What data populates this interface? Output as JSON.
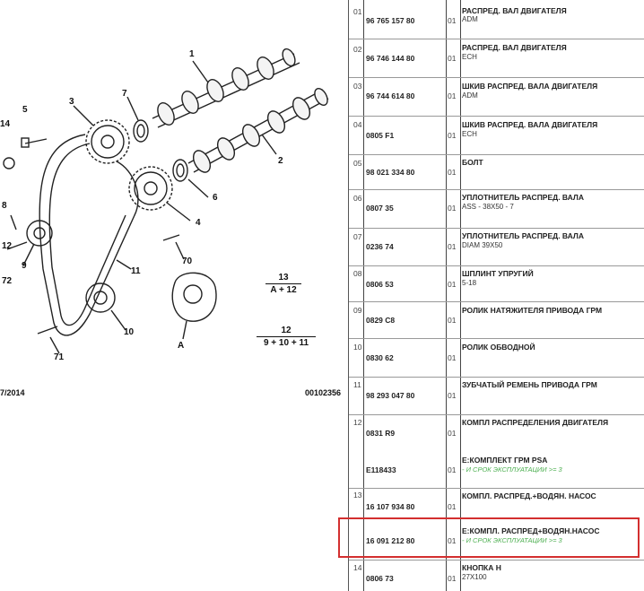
{
  "diagram": {
    "callouts": [
      "1",
      "2",
      "3",
      "4",
      "5",
      "6",
      "7",
      "8",
      "9",
      "10",
      "11",
      "12",
      "14",
      "70",
      "71",
      "72",
      "A"
    ],
    "kits": [
      {
        "top": "13",
        "bottom": "A + 12"
      },
      {
        "top": "12",
        "bottom": "9 + 10 + 11"
      }
    ],
    "date_fragment": "7/2014",
    "drawing_ref": "00102356"
  },
  "rows": [
    {
      "num": "01",
      "pn": "96 765 157 80",
      "qty": "01",
      "desc": "РАСПРЕД. ВАЛ ДВИГАТЕЛЯ",
      "sub": "ADM"
    },
    {
      "num": "02",
      "pn": "96 746 144 80",
      "qty": "01",
      "desc": "РАСПРЕД. ВАЛ ДВИГАТЕЛЯ",
      "sub": "ECH"
    },
    {
      "num": "03",
      "pn": "96 744 614 80",
      "qty": "01",
      "desc": "ШКИВ РАСПРЕД. ВАЛА ДВИГАТЕЛЯ",
      "sub": "ADM"
    },
    {
      "num": "04",
      "pn": "0805 F1",
      "qty": "01",
      "desc": "ШКИВ РАСПРЕД. ВАЛА ДВИГАТЕЛЯ",
      "sub": "ECH"
    },
    {
      "num": "05",
      "pn": "98 021 334 80",
      "qty": "01",
      "desc": "БОЛТ",
      "sub": ""
    },
    {
      "num": "06",
      "pn": "0807 35",
      "qty": "01",
      "desc": "УПЛОТНИТЕЛЬ РАСПРЕД. ВАЛА",
      "sub": "ASS - 38X50 - 7"
    },
    {
      "num": "07",
      "pn": "0236 74",
      "qty": "01",
      "desc": "УПЛОТНИТЕЛЬ РАСПРЕД. ВАЛА",
      "sub": "DIAM 39X50"
    },
    {
      "num": "08",
      "pn": "0806 53",
      "qty": "01",
      "desc": "ШПЛИНТ УПРУГИЙ",
      "sub": "5-18"
    },
    {
      "num": "09",
      "pn": "0829 C8",
      "qty": "01",
      "desc": "РОЛИК НАТЯЖИТЕЛЯ ПРИВОДА ГРМ",
      "sub": ""
    },
    {
      "num": "10",
      "pn": "0830 62",
      "qty": "01",
      "desc": "РОЛИК ОБВОДНОЙ",
      "sub": ""
    },
    {
      "num": "11",
      "pn": "98 293 047 80",
      "qty": "01",
      "desc": "ЗУБЧАТЫЙ РЕМЕНЬ ПРИВОДА ГРМ",
      "sub": ""
    }
  ],
  "row12": {
    "num": "12",
    "pn": "0831 R9",
    "qty": "01",
    "desc": "КОМПЛ РАСПРЕДЕЛЕНИЯ ДВИГАТЕЛЯ",
    "pn2": "E118433",
    "qty2": "01",
    "desc2": "E:КОМПЛЕКТ ГРМ PSA",
    "note2": "- И СРОК ЭКСПЛУАТАЦИИ >= 3"
  },
  "row13": {
    "num": "13",
    "pn": "16 107 934 80",
    "qty": "01",
    "desc": "КОМПЛ. РАСПРЕД.+ВОДЯН. НАСОС",
    "pn2": "16 091 212 80",
    "qty2": "01",
    "desc2": "E:КОМПЛ. РАСПРЕД+ВОДЯН.НАСОС",
    "note2": "- И СРОК ЭКСПЛУАТАЦИИ >= 3"
  },
  "row14": {
    "num": "14",
    "pn": "0806 73",
    "qty": "01",
    "desc": "КНОПКА Н",
    "sub": "27X100"
  }
}
